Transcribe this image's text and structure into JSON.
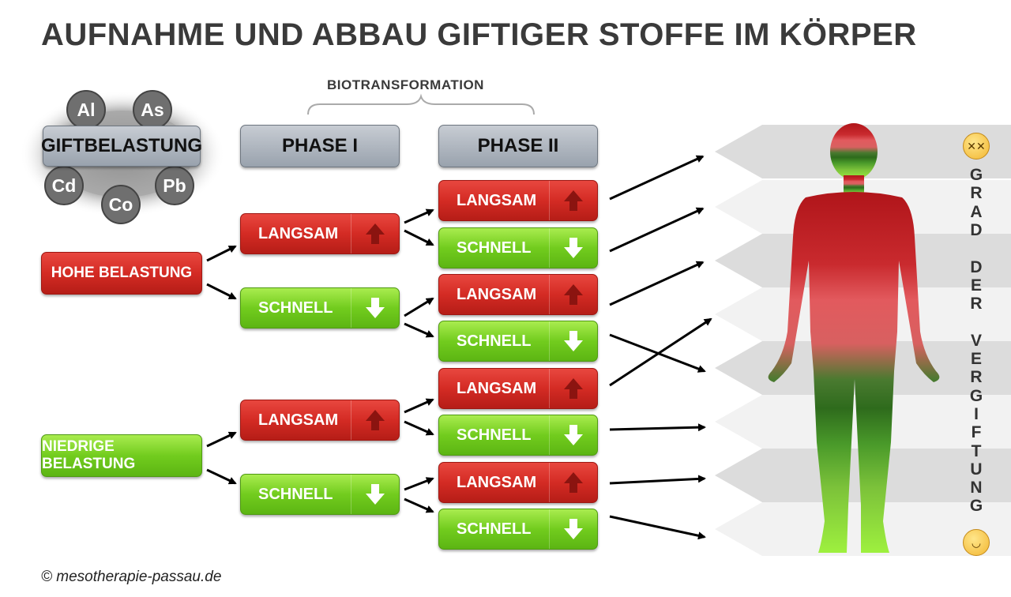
{
  "title": "AUFNAHME UND ABBAU GIFTIGER STOFFE IM KÖRPER",
  "biotransformation_label": "BIOTRANSFORMATION",
  "giftbelastung": "GIFTBELASTUNG",
  "elements": [
    "Al",
    "As",
    "Cd",
    "Pb",
    "Co"
  ],
  "phase1_label": "PHASE I",
  "phase2_label": "PHASE II",
  "hohe_belastung": "HOHE BELASTUNG",
  "niedrige_belastung": "NIEDRIGE BELASTUNG",
  "langsam": "LANGSAM",
  "schnell": "SCHNELL",
  "scale_letters": [
    "G",
    "R",
    "A",
    "D",
    "",
    "D",
    "E",
    "R",
    "",
    "V",
    "E",
    "R",
    "G",
    "I",
    "F",
    "T",
    "U",
    "N",
    "G"
  ],
  "scale_top_emoji": "dizzy-face-icon",
  "scale_bottom_emoji": "smiling-face-icon",
  "copyright": "© mesotherapie-passau.de",
  "colors": {
    "red": "#d42b24",
    "green": "#72cc1e",
    "gray_button": "#99a2ad"
  }
}
